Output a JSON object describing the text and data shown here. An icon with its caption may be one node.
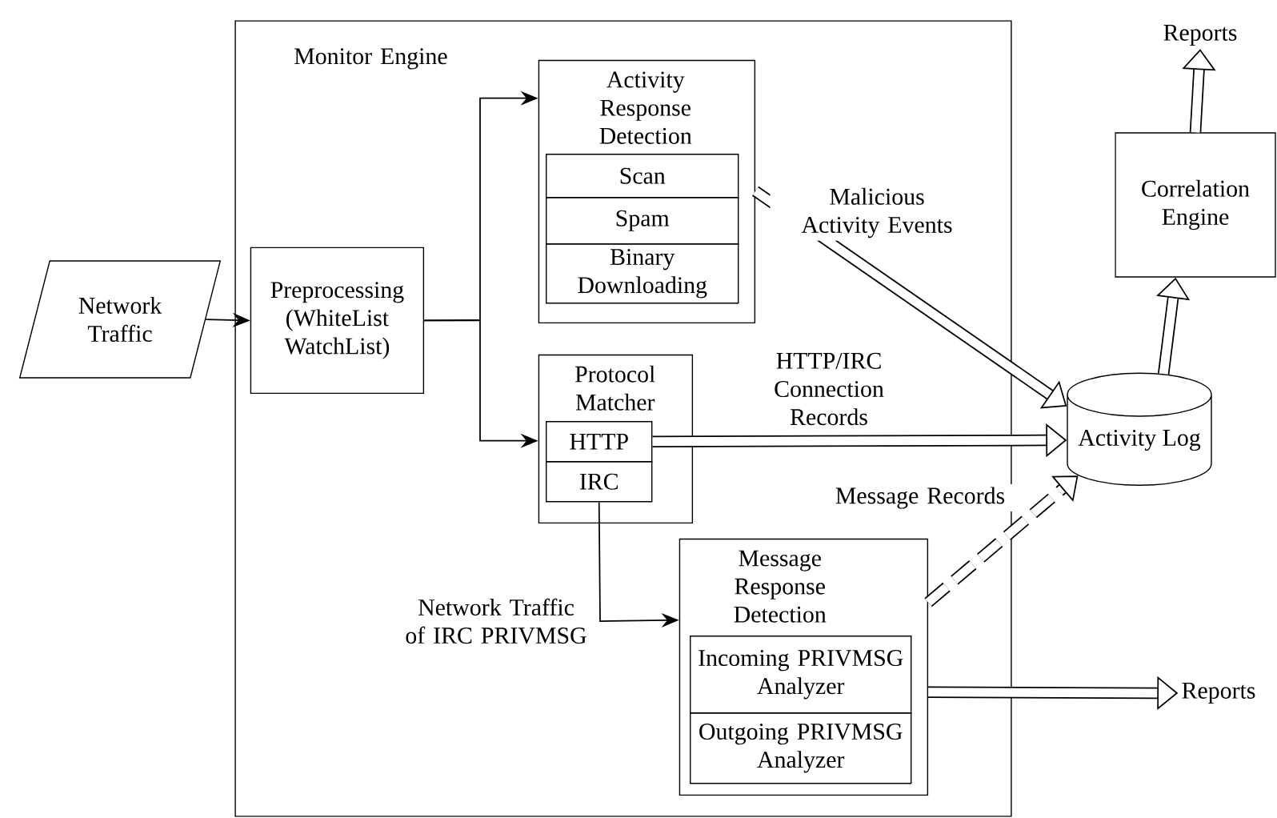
{
  "diagram": {
    "nodes": [
      {
        "text": [
          "Network Traffic"
        ]
      },
      {
        "text": [
          "Monitor Engine"
        ]
      },
      {
        "text": [
          "Preprocessing (WhiteList WatchList)"
        ],
        "in": 1
      },
      {
        "text": [
          "Activity Response Detection"
        ],
        "in": 1
      },
      {
        "text": [
          "Scan"
        ],
        "in": 3
      },
      {
        "text": [
          "Spam"
        ],
        "in": 3
      },
      {
        "text": [
          "Binary Downloading"
        ],
        "in": 3
      },
      {
        "text": [
          "Protocol Matcher"
        ],
        "in": 1
      },
      {
        "text": [
          "HTTP"
        ],
        "in": 7
      },
      {
        "text": [
          "IRC"
        ],
        "in": 7
      },
      {
        "text": [
          "Message Response Detection"
        ],
        "in": 1
      },
      {
        "text": [
          "Incoming PRIVMSG Analyzer"
        ],
        "in": 10
      },
      {
        "text": [
          "Outgoing PRIVMSG Analyzer"
        ],
        "in": 10
      },
      {
        "text": [
          "Activity Log"
        ]
      },
      {
        "text": [
          "Correlation Engine"
        ]
      },
      {
        "text": [
          "Reports"
        ]
      },
      {
        "text": [
          "Reports"
        ]
      }
    ],
    "edges": [
      {
        "from": 0,
        "to": 2,
        "arrow": "to"
      },
      {
        "from": 2,
        "to": 3,
        "arrow": "to"
      },
      {
        "from": 2,
        "to": 7,
        "arrow": "to"
      },
      {
        "from": 3,
        "to": 13,
        "arrow": "to",
        "label": "Malicious Activity Events"
      },
      {
        "from": 8,
        "to": 13,
        "arrow": "to",
        "label": "HTTP/IRC Connection Records"
      },
      {
        "from": 9,
        "to": 10,
        "arrow": "to",
        "label": "Network Traffic of IRC PRIVMSG"
      },
      {
        "from": 10,
        "to": 13,
        "arrow": "to",
        "label": "Message Records",
        "style": "dashed"
      },
      {
        "from": 13,
        "to": 14,
        "arrow": "to"
      },
      {
        "from": 14,
        "to": 15,
        "arrow": "to"
      },
      {
        "from": 10,
        "to": 16,
        "arrow": "to"
      }
    ]
  }
}
